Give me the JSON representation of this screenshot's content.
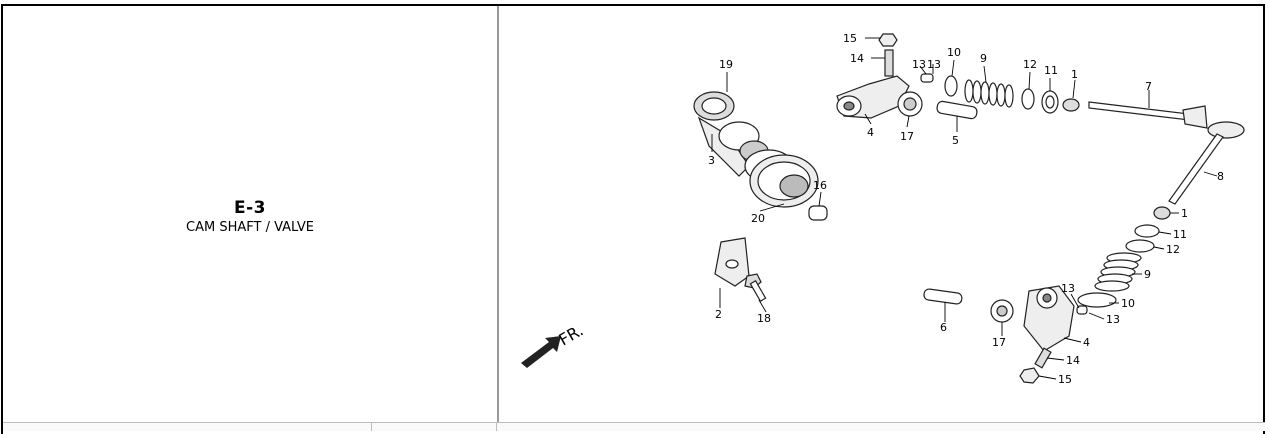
{
  "section": {
    "code": "E-3",
    "title": "CAM SHAFT / VALVE"
  },
  "diagram": {
    "direction_label": "FR.",
    "callouts": [
      "15",
      "14",
      "13",
      "10",
      "9",
      "12",
      "11",
      "1",
      "7",
      "19",
      "13",
      "4",
      "17",
      "5",
      "3",
      "16",
      "20",
      "8",
      "1",
      "11",
      "12",
      "9",
      "2",
      "18",
      "6",
      "13",
      "10",
      "13",
      "17",
      "4",
      "14",
      "15"
    ]
  }
}
